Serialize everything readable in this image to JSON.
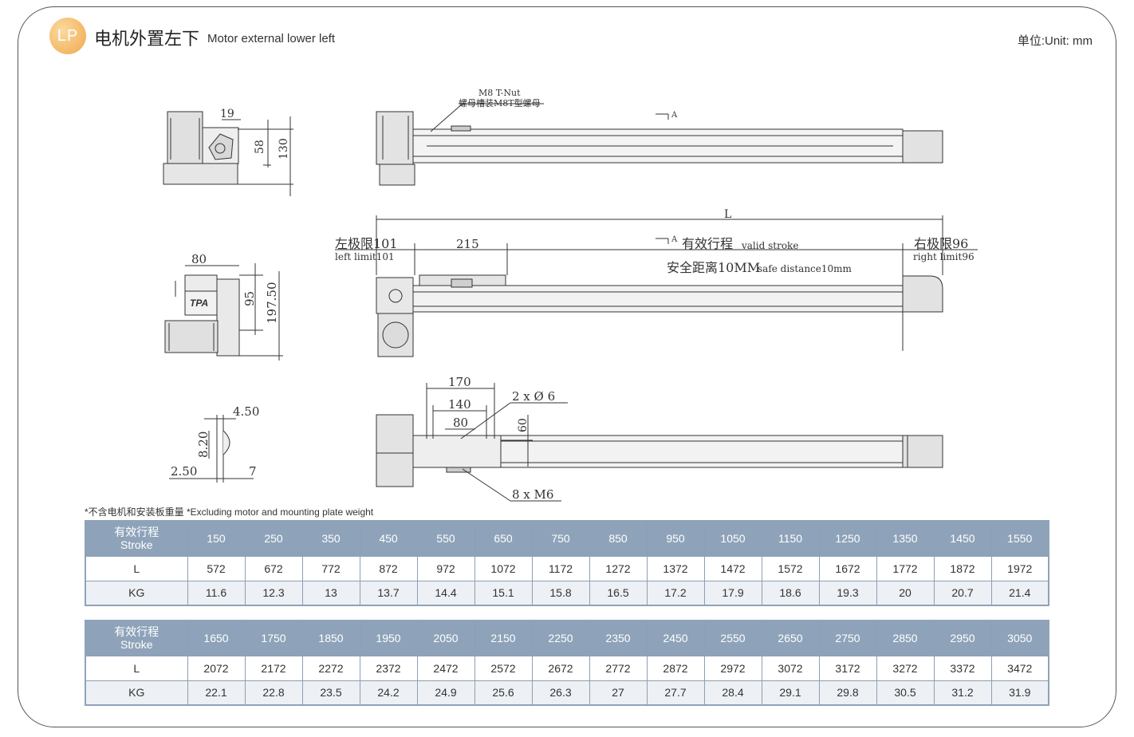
{
  "header": {
    "badge": "LP",
    "title_zh": "电机外置左下",
    "title_en": "Motor external  lower left",
    "unit": "单位:Unit: mm"
  },
  "drawing": {
    "side_top_dims": [
      "19",
      "58",
      "130"
    ],
    "side_mid_dims": [
      "80",
      "95",
      "197.50"
    ],
    "side_mid_logo": "TPA",
    "side_bot_dims": [
      "4.50",
      "8.20",
      "2.50",
      "7"
    ],
    "top_view": {
      "tnut_en": "M8 T-Nut",
      "tnut_zh": "螺母槽装M8T型螺母",
      "section": "A"
    },
    "mid_view": {
      "L": "L",
      "left_limit_zh": "左极限101",
      "left_limit_en": "left limit101",
      "carriage": "215",
      "section": "A",
      "stroke_zh": "有效行程",
      "stroke_en": "valid stroke",
      "safe_zh": "安全距离10MM",
      "safe_en": "safe distance10mm",
      "right_limit_zh": "右极限96",
      "right_limit_en": "right limit96"
    },
    "bot_view": {
      "d170": "170",
      "d140": "140",
      "d80": "80",
      "d60": "60",
      "holes": "2 x  Ø 6",
      "screws": "8 x  M6"
    }
  },
  "note": "*不含电机和安装板重量  *Excluding motor and mounting plate weight",
  "tables": [
    {
      "label_zh": "有效行程",
      "label_en": "Stroke",
      "row_L": "L",
      "row_KG": "KG",
      "stroke": [
        "150",
        "250",
        "350",
        "450",
        "550",
        "650",
        "750",
        "850",
        "950",
        "1050",
        "1150",
        "1250",
        "1350",
        "1450",
        "1550"
      ],
      "L": [
        "572",
        "672",
        "772",
        "872",
        "972",
        "1072",
        "1172",
        "1272",
        "1372",
        "1472",
        "1572",
        "1672",
        "1772",
        "1872",
        "1972"
      ],
      "KG": [
        "11.6",
        "12.3",
        "13",
        "13.7",
        "14.4",
        "15.1",
        "15.8",
        "16.5",
        "17.2",
        "17.9",
        "18.6",
        "19.3",
        "20",
        "20.7",
        "21.4"
      ]
    },
    {
      "label_zh": "有效行程",
      "label_en": "Stroke",
      "row_L": "L",
      "row_KG": "KG",
      "stroke": [
        "1650",
        "1750",
        "1850",
        "1950",
        "2050",
        "2150",
        "2250",
        "2350",
        "2450",
        "2550",
        "2650",
        "2750",
        "2850",
        "2950",
        "3050"
      ],
      "L": [
        "2072",
        "2172",
        "2272",
        "2372",
        "2472",
        "2572",
        "2672",
        "2772",
        "2872",
        "2972",
        "3072",
        "3172",
        "3272",
        "3372",
        "3472"
      ],
      "KG": [
        "22.1",
        "22.8",
        "23.5",
        "24.2",
        "24.9",
        "25.6",
        "26.3",
        "27",
        "27.7",
        "28.4",
        "29.1",
        "29.8",
        "30.5",
        "31.2",
        "31.9"
      ]
    }
  ]
}
